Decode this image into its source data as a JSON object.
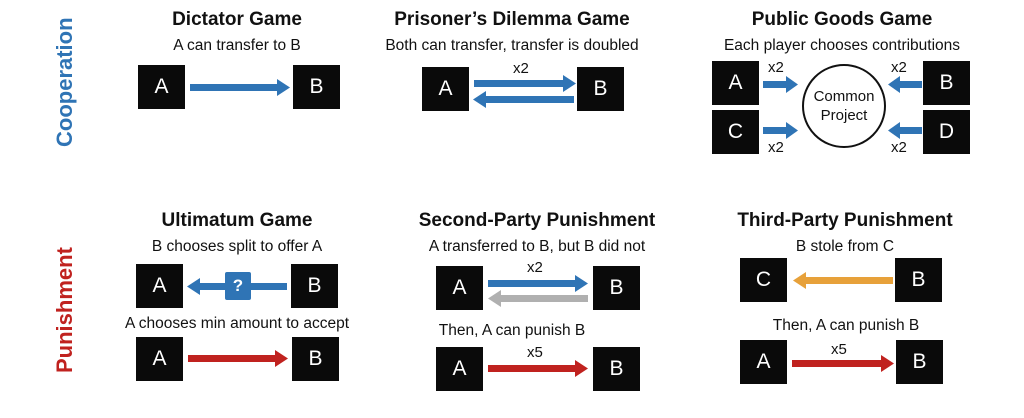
{
  "rows": {
    "cooperation": "Cooperation",
    "punishment": "Punishment"
  },
  "colors": {
    "cooperation": "#2f74b5",
    "punishment": "#c0221f",
    "blue_arrow": "#2f74b5",
    "red_arrow": "#c0221f",
    "gray_arrow": "#b0b0b0",
    "orange_arrow": "#e7a13a",
    "box": "#0a0a0a"
  },
  "dictator": {
    "title": "Dictator Game",
    "subtitle": "A can transfer to B",
    "a": "A",
    "b": "B"
  },
  "prisoners": {
    "title": "Prisoner’s Dilemma Game",
    "subtitle": "Both can transfer, transfer is doubled",
    "a": "A",
    "b": "B",
    "mult": "x2"
  },
  "public_goods": {
    "title": "Public Goods Game",
    "subtitle": "Each player chooses contributions",
    "a": "A",
    "b": "B",
    "c": "C",
    "d": "D",
    "center_line1": "Common",
    "center_line2": "Project",
    "mult_a": "x2",
    "mult_b": "x2",
    "mult_c": "x2",
    "mult_d": "x2"
  },
  "ultimatum": {
    "title": "Ultimatum Game",
    "subtitle": "B chooses split to offer A",
    "subtitle2": "A chooses min amount to accept",
    "question": "?",
    "a1": "A",
    "b1": "B",
    "a2": "A",
    "b2": "B"
  },
  "second_party": {
    "title": "Second-Party Punishment",
    "subtitle": "A transferred to B, but B did not",
    "subtitle2": "Then, A can punish B",
    "mult1": "x2",
    "mult2": "x5",
    "a1": "A",
    "b1": "B",
    "a2": "A",
    "b2": "B"
  },
  "third_party": {
    "title": "Third-Party Punishment",
    "subtitle": "B stole from C",
    "subtitle2": "Then, A can punish B",
    "mult": "x5",
    "c": "C",
    "b1": "B",
    "a": "A",
    "b2": "B"
  }
}
